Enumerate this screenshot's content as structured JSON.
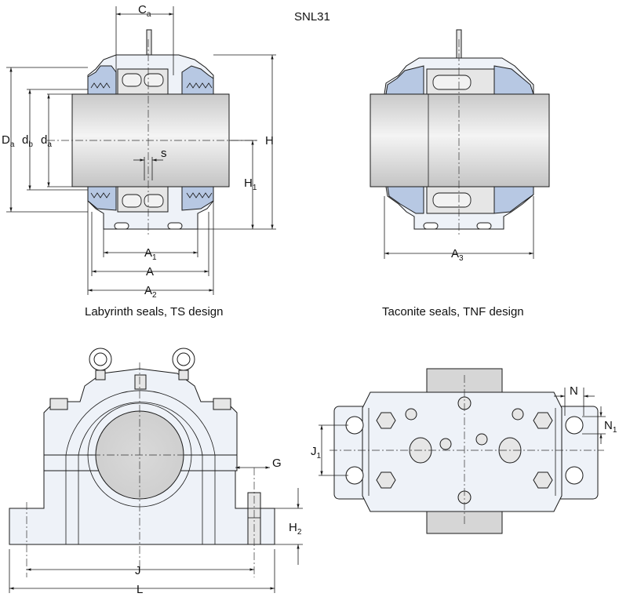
{
  "title": "SNL31",
  "captions": {
    "ts": "Labyrinth seals, TS design",
    "tnf": "Taconite seals, TNF design"
  },
  "dimensions": {
    "Ca": {
      "main": "C",
      "sub": "a"
    },
    "Da": {
      "main": "D",
      "sub": "a"
    },
    "db": {
      "main": "d",
      "sub": "b"
    },
    "da": {
      "main": "d",
      "sub": "a"
    },
    "s": {
      "main": "s",
      "sub": ""
    },
    "H": {
      "main": "H",
      "sub": ""
    },
    "H1": {
      "main": "H",
      "sub": "1"
    },
    "A1": {
      "main": "A",
      "sub": "1"
    },
    "A": {
      "main": "A",
      "sub": ""
    },
    "A2": {
      "main": "A",
      "sub": "2"
    },
    "A3": {
      "main": "A",
      "sub": "3"
    },
    "G": {
      "main": "G",
      "sub": ""
    },
    "H2": {
      "main": "H",
      "sub": "2"
    },
    "J": {
      "main": "J",
      "sub": ""
    },
    "L": {
      "main": "L",
      "sub": ""
    },
    "N": {
      "main": "N",
      "sub": ""
    },
    "N1": {
      "main": "N",
      "sub": "1"
    },
    "J1": {
      "main": "J",
      "sub": "1"
    }
  },
  "colors": {
    "seal_blue": "#b7c8e3",
    "housing_tint": "#eef2f8",
    "shaft_light": "#f4f4f4",
    "shaft_dark": "#c9c9c9",
    "line": "#1a1a1a"
  }
}
